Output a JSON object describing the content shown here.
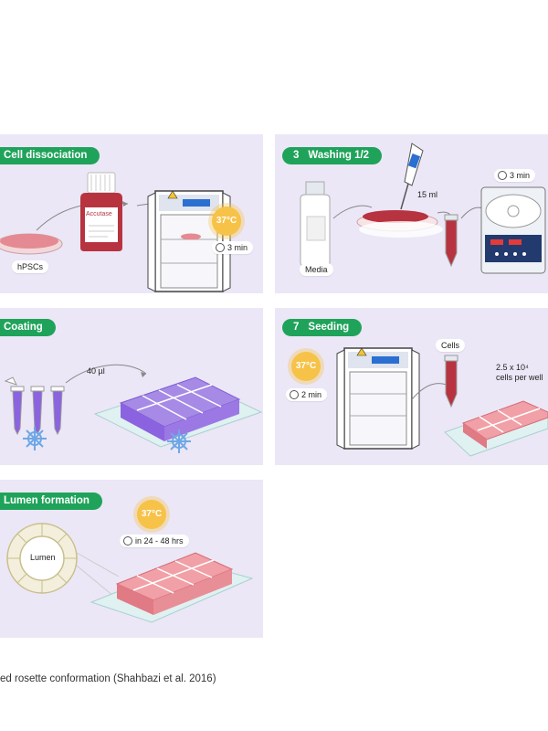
{
  "panels": {
    "cell_dissociation": {
      "title": "Cell dissociation",
      "hpscs": "hPSCs",
      "reagent": "Accutase",
      "temp": "37°C",
      "time": "3 min"
    },
    "washing": {
      "number": "3",
      "title": "Washing 1/2",
      "volume": "15 ml",
      "time": "3 min",
      "media": "Media"
    },
    "coating": {
      "title": "Coating",
      "volume": "40 µl"
    },
    "seeding": {
      "number": "7",
      "title": "Seeding",
      "temp": "37°C",
      "time": "2 min",
      "cells": "Cells",
      "density_line1": "2.5 x 10⁴",
      "density_line2": "cells per well"
    },
    "lumen": {
      "title": "Lumen formation",
      "temp": "37°C",
      "time": "in 24 - 48 hrs",
      "lumen_label": "Lumen"
    }
  },
  "caption": "ed rosette conformation (Shahbazi et al. 2016)",
  "colors": {
    "panel_bg": "#ebe7f6",
    "pill_green": "#1fa35a",
    "temp_yellow": "#f7c248",
    "media_red": "#c2313f",
    "coat_purple": "#8b63e0"
  }
}
